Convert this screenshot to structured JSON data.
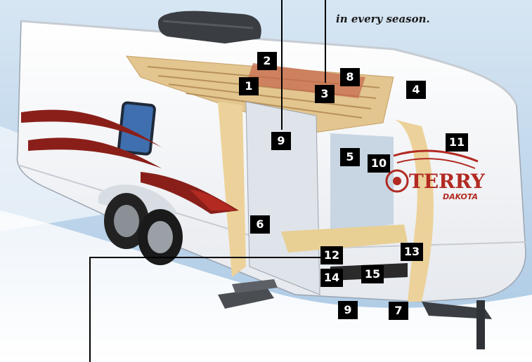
{
  "caption": "in every season.",
  "brand": {
    "name": "TERRY",
    "model": "DAKOTA"
  },
  "callouts": [
    "1",
    "2",
    "3",
    "4",
    "5",
    "6",
    "7",
    "8",
    "9",
    "9",
    "10",
    "11",
    "12",
    "13",
    "14",
    "15"
  ]
}
